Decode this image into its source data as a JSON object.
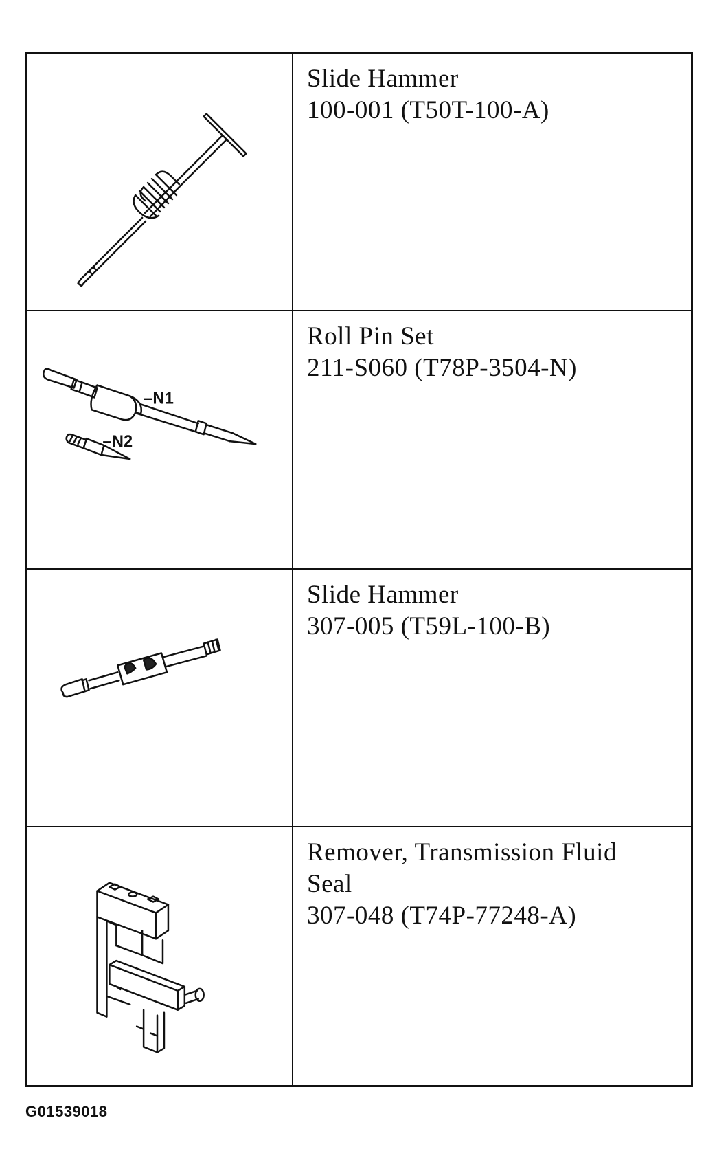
{
  "tools": [
    {
      "name": "Slide Hammer",
      "part_number": "100-001 (T50T-100-A)",
      "icon": "slide-hammer-icon"
    },
    {
      "name": "Roll Pin Set",
      "part_number": "211-S060 (T78P-3504-N)",
      "icon": "roll-pin-set-icon",
      "callouts": [
        "–N1",
        "–N2"
      ]
    },
    {
      "name": "Slide Hammer",
      "part_number": "307-005 (T59L-100-B)",
      "icon": "slide-hammer-icon"
    },
    {
      "name_lines": [
        "Remover, Transmission Fluid",
        "Seal"
      ],
      "part_number": "307-048 (T74P-77248-A)",
      "icon": "seal-remover-icon"
    }
  ],
  "figure_code": "G01539018"
}
